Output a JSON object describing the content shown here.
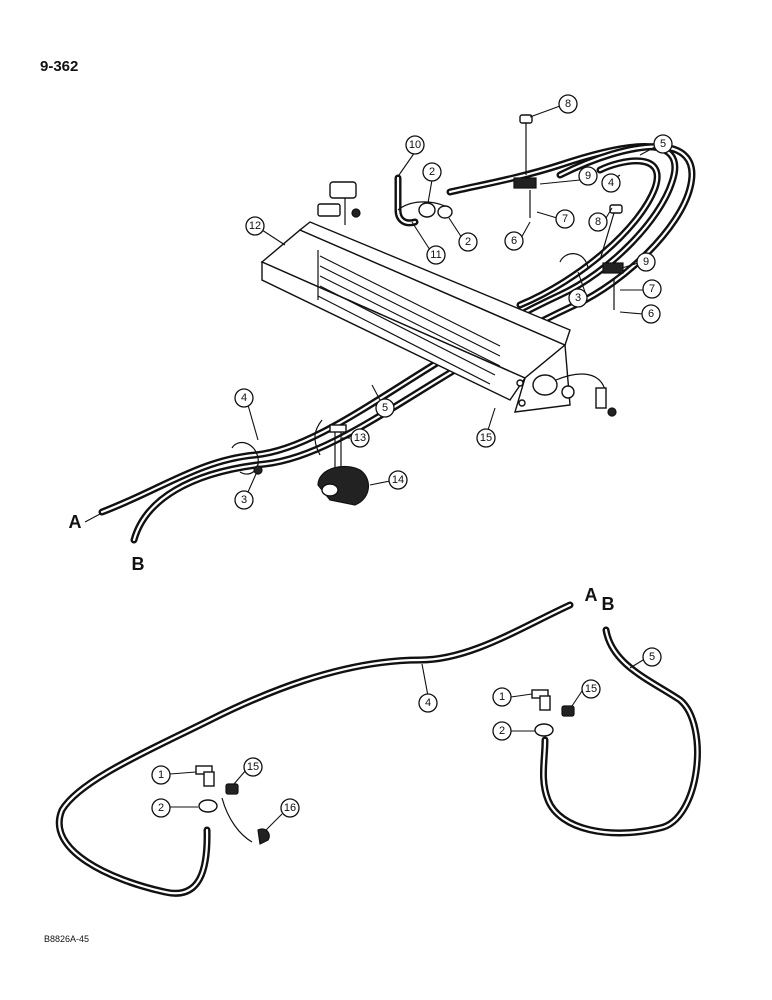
{
  "page": {
    "number": "9-362",
    "doc_code": "B8826A-45"
  },
  "connection_labels": {
    "a": "A",
    "b": "B"
  },
  "callouts": [
    "1",
    "2",
    "3",
    "4",
    "5",
    "6",
    "7",
    "8",
    "9",
    "10",
    "11",
    "12",
    "13",
    "14",
    "15",
    "16"
  ]
}
